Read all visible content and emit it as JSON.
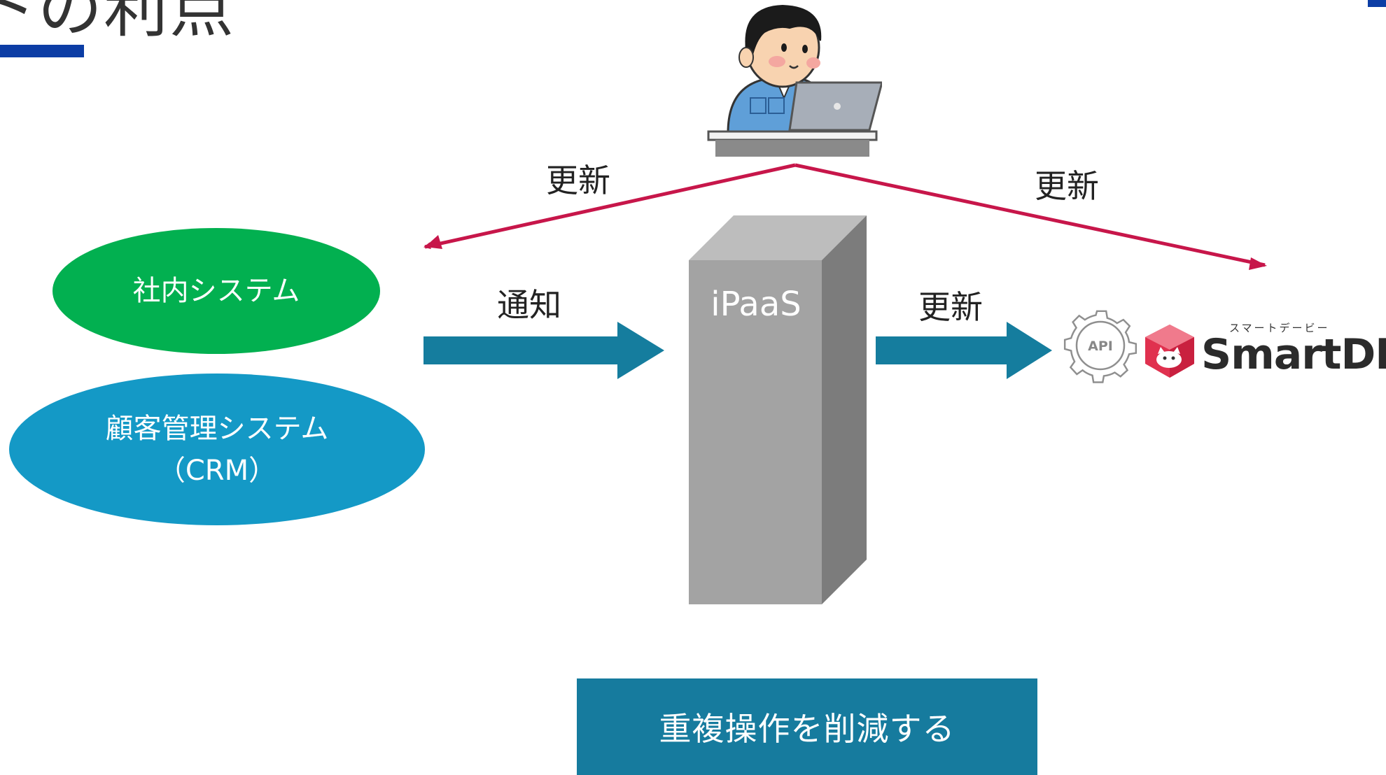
{
  "title": "トの利点",
  "nodes": {
    "internal_system": "社内システム",
    "crm_line1": "顧客管理システム",
    "crm_line2": "（CRM）",
    "ipaas": "iPaaS",
    "api_badge": "API",
    "smartdb_name": "SmartDB",
    "smartdb_kana": "スマートデービー"
  },
  "edges": {
    "notify": "通知",
    "update_smartdb": "更新",
    "update_left": "更新",
    "update_right": "更新"
  },
  "result": "重複操作を削減する",
  "colors": {
    "accent_blue": "#0c3da5",
    "green_ellipse": "#02b050",
    "blue_ellipse": "#1499c6",
    "teal_arrow": "#157d9e",
    "red_arrow": "#c7164a",
    "pillar_front": "#a3a3a3",
    "pillar_top": "#bdbdbd",
    "pillar_side": "#7c7c7c",
    "result_box": "#167b9e",
    "smartdb_red": "#e0314f"
  },
  "icons": [
    "person-at-laptop-icon",
    "api-gear-icon",
    "smartdb-cube-logo-icon"
  ]
}
